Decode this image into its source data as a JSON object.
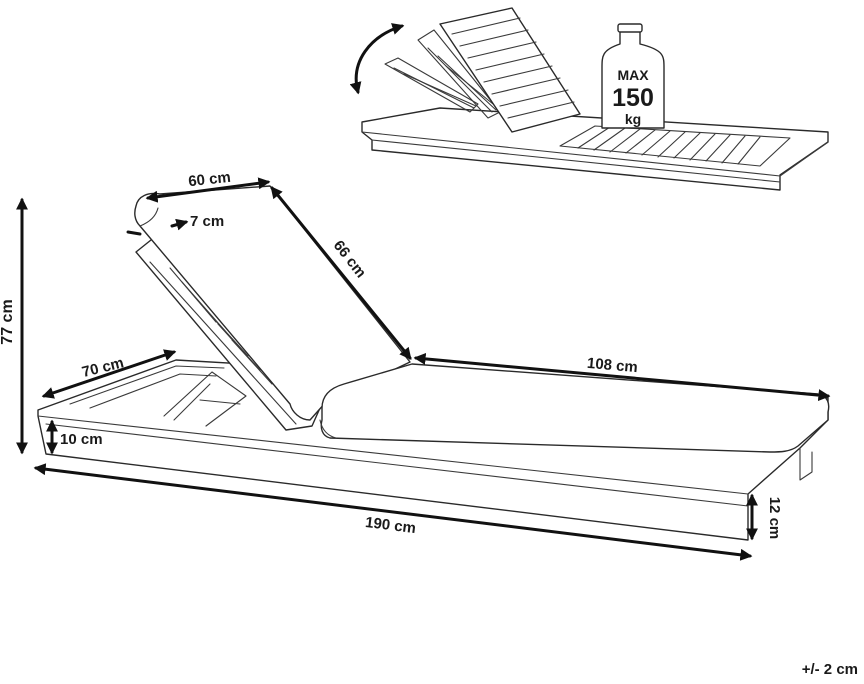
{
  "weight_badge": {
    "line1": "MAX",
    "line2": "150",
    "line3": "kg",
    "icon": "weight-icon"
  },
  "dimensions": {
    "backrest_width": "60 cm",
    "cushion_thickness": "7 cm",
    "backrest_length": "66 cm",
    "height": "77 cm",
    "width": "70 cm",
    "seat_length": "108 cm",
    "leg_height": "10 cm",
    "total_length": "190 cm",
    "frame_height": "12 cm"
  },
  "tolerance": "+/- 2 cm",
  "colors": {
    "line": "#2a2a2a",
    "arrow": "#111111",
    "background": "#ffffff"
  }
}
